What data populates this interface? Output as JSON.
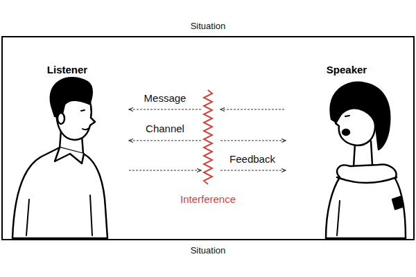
{
  "diagram": {
    "nodes": [
      {
        "text": [
          "Situation",
          "Situation"
        ]
      }
    ],
    "labels": [
      "Listener",
      "Speaker",
      "Message",
      "Channel",
      "Feedback",
      "Interference"
    ]
  }
}
